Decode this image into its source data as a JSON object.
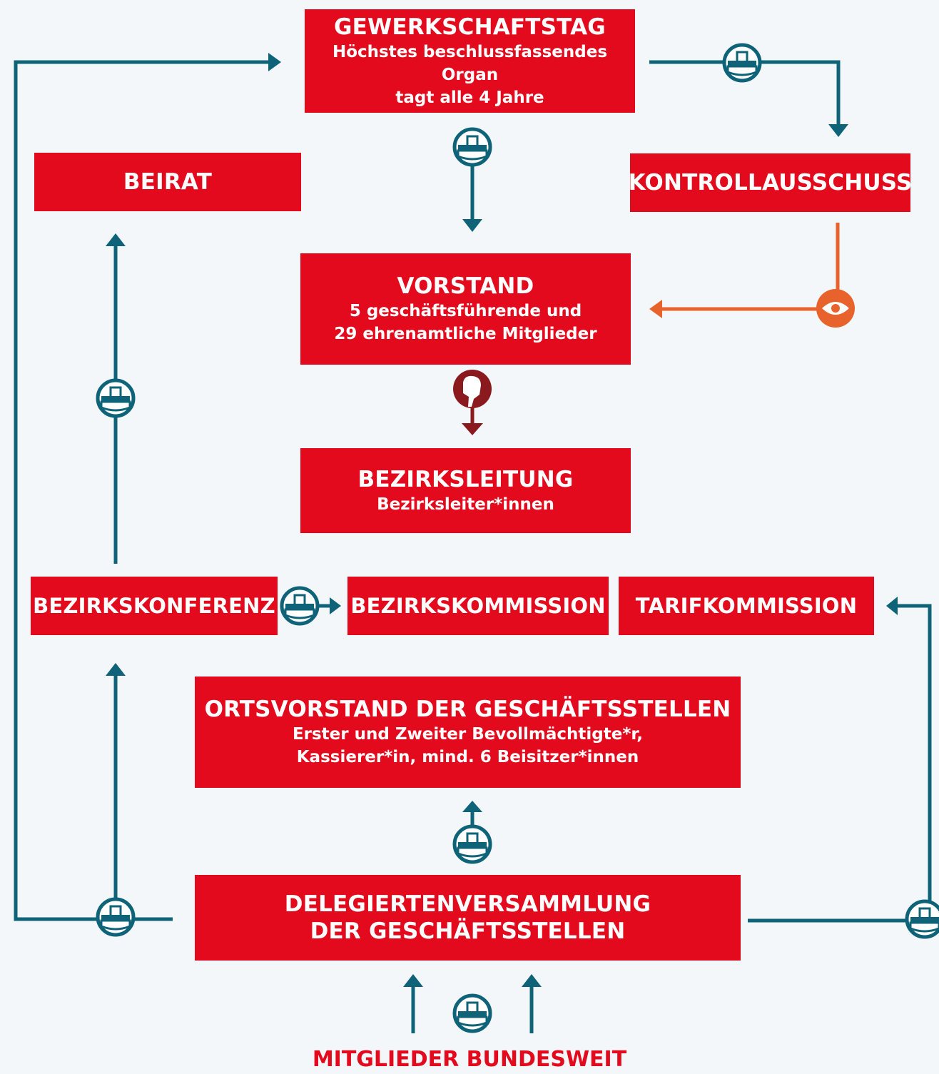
{
  "nodes": {
    "gewerkschaftstag": {
      "title": "GEWERKSCHAFTSTAG",
      "line1": "Höchstes beschlussfassendes Organ",
      "line2": "tagt alle 4 Jahre"
    },
    "beirat": {
      "title": "BEIRAT"
    },
    "kontrollausschuss": {
      "title": "KONTROLLAUSSCHUSS"
    },
    "vorstand": {
      "title": "VORSTAND",
      "line1": "5 geschäftsführende und",
      "line2": "29 ehrenamtliche Mitglieder"
    },
    "bezirksleitung": {
      "title": "BEZIRKSLEITUNG",
      "line1": "Bezirksleiter*innen"
    },
    "bezirkskonferenz": {
      "title": "BEZIRKSKONFERENZ"
    },
    "bezirkskommission": {
      "title": "BEZIRKSKOMMISSION"
    },
    "tarifkommission": {
      "title": "TARIFKOMMISSION"
    },
    "ortsvorstand": {
      "title": "ORTSVORSTAND DER GESCHÄFTSSTELLEN",
      "line1": "Erster und Zweiter Bevollmächtigte*r,",
      "line2": "Kassierer*in, mind. 6 Beisitzer*innen"
    },
    "delegiertenversammlung": {
      "line1": "DELEGIERTENVERSAMMLUNG",
      "line2": "DER GESCHÄFTSSTELLEN"
    }
  },
  "footer": {
    "label": "MITGLIEDER BUNDESWEIT"
  },
  "icons": {
    "election": "ballot-box-icon",
    "oversight": "eye-icon",
    "appointment": "pointing-hand-icon"
  },
  "colors": {
    "box": "#e20a1c",
    "connector": "#0f6379",
    "oversight": "#e8632b",
    "appointment": "#8b1a1f",
    "background": "#f3f7f9"
  }
}
